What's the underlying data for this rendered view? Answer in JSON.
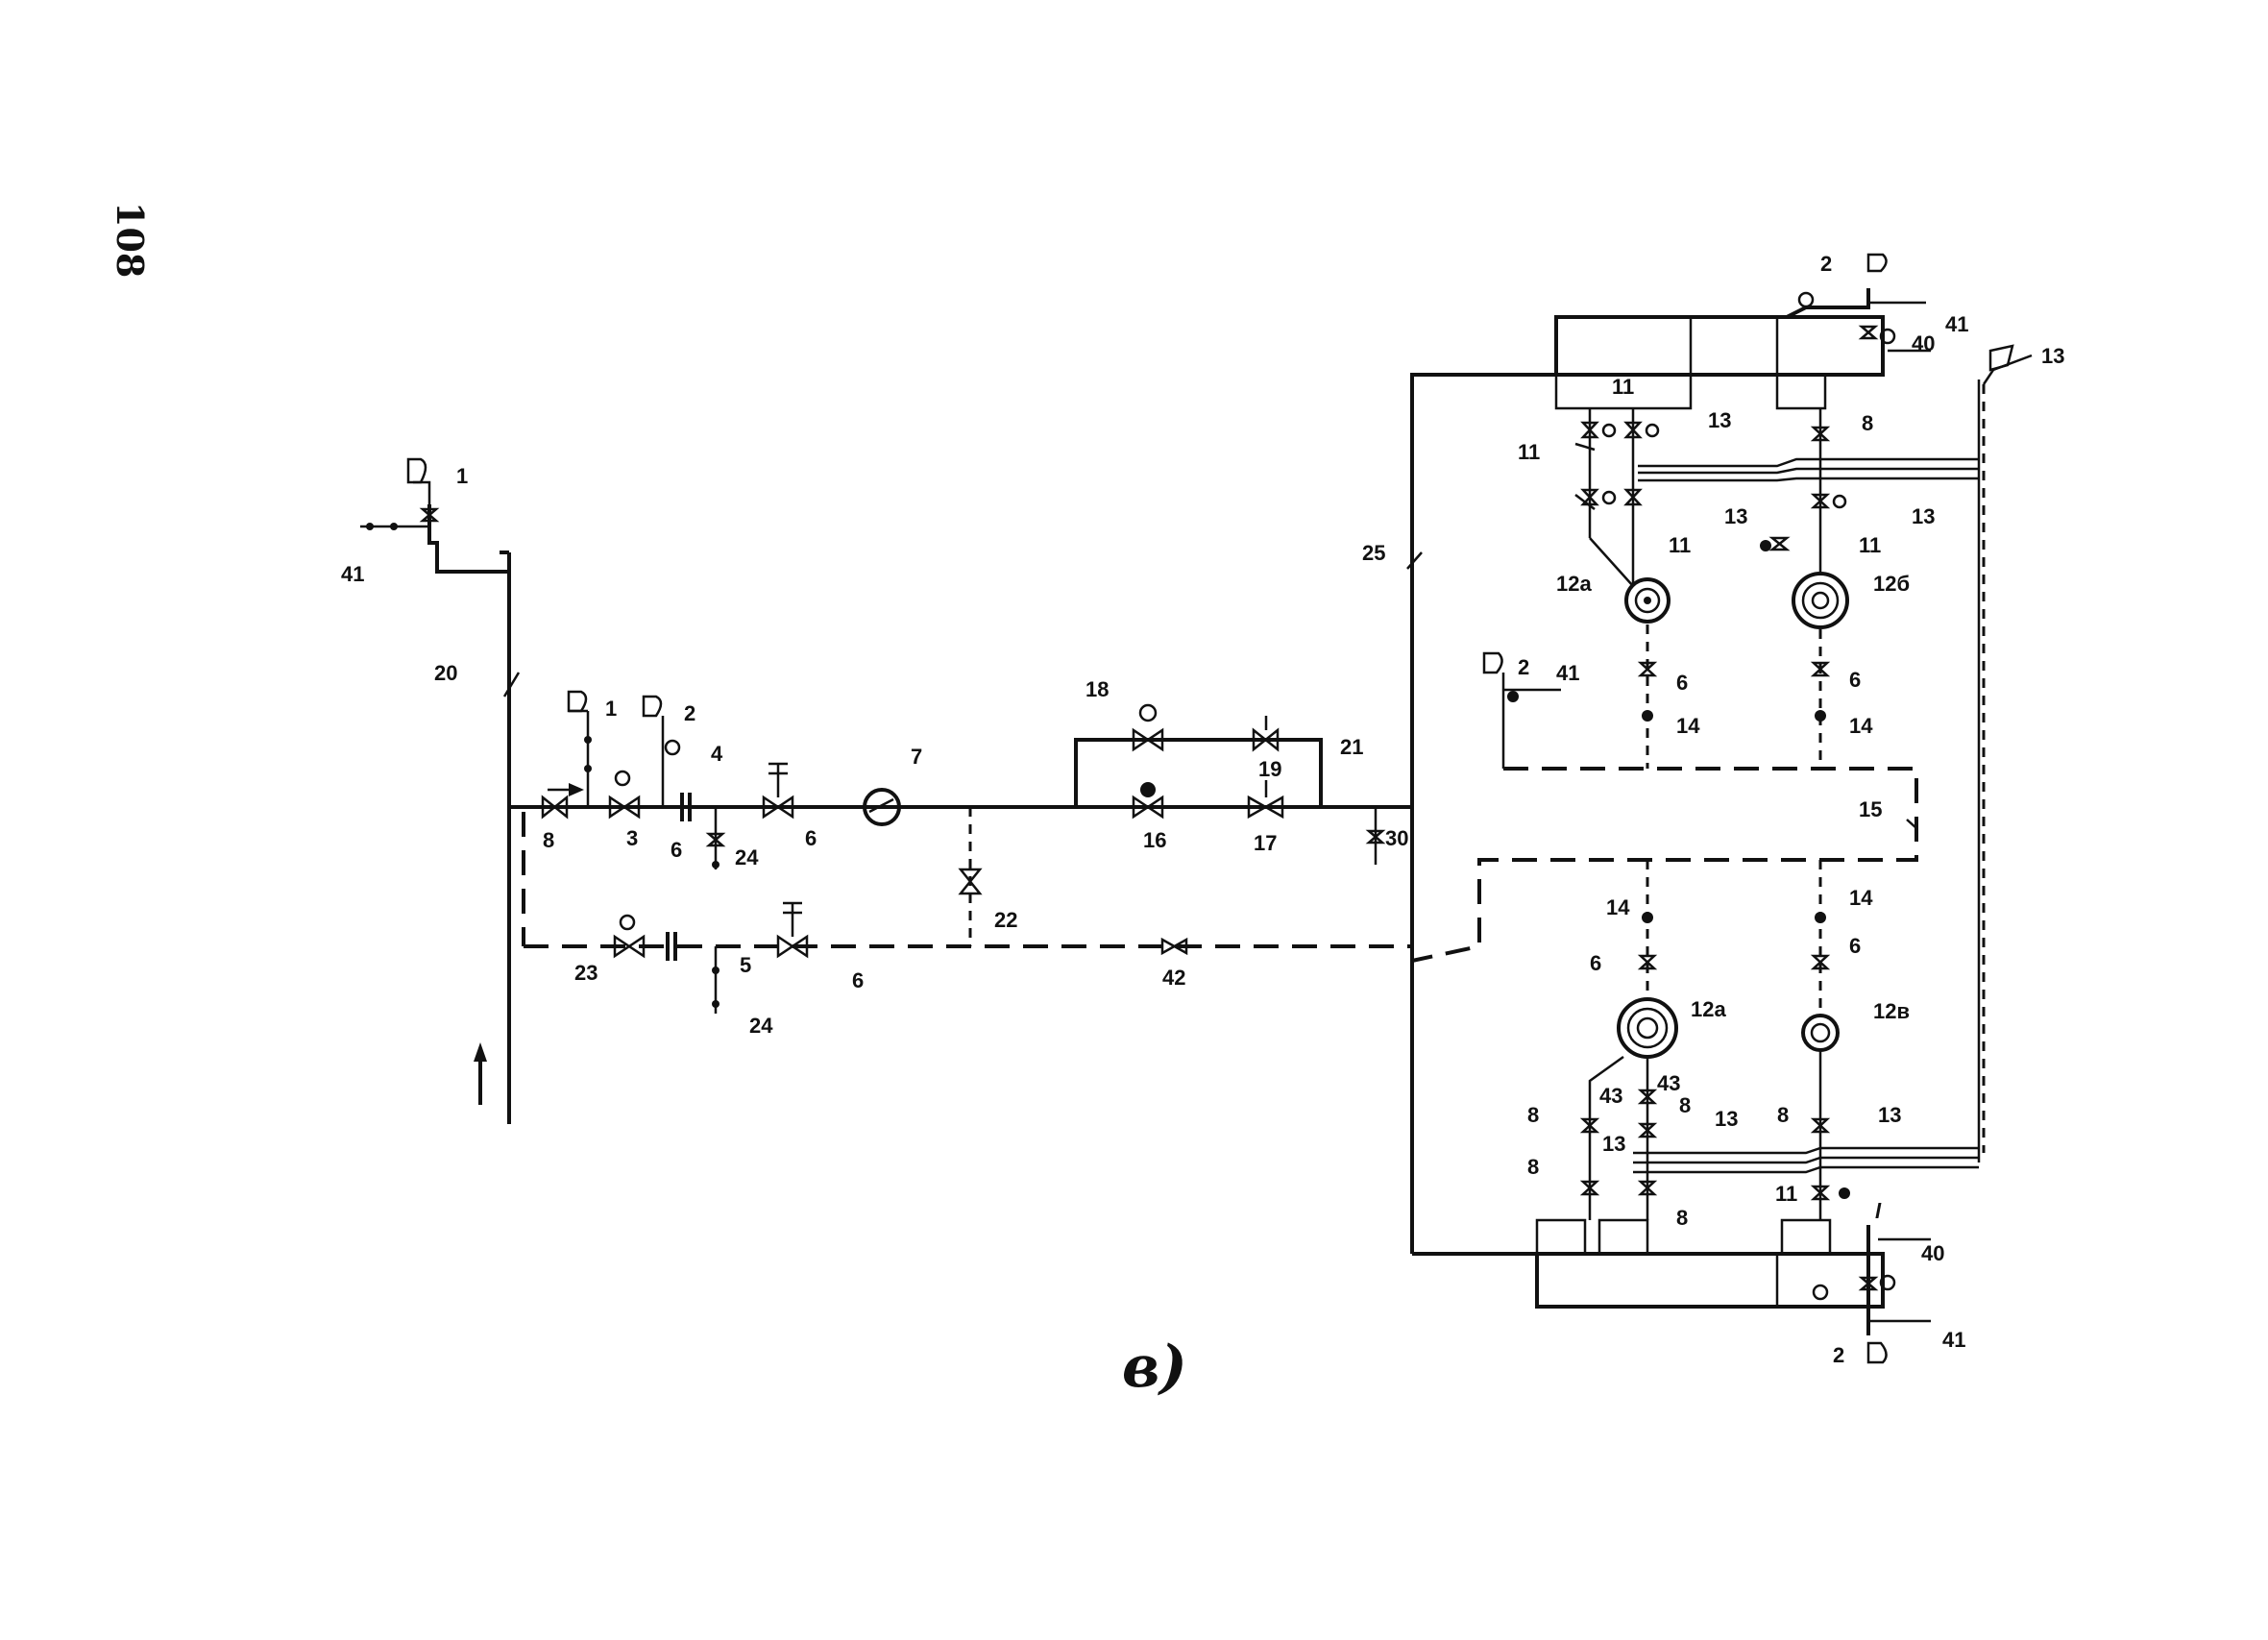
{
  "page": {
    "page_number": "108",
    "figure_label": "в)"
  },
  "labels": [
    {
      "id": "1",
      "text": "1"
    },
    {
      "id": "41",
      "text": "41"
    },
    {
      "id": "20",
      "text": "20"
    },
    {
      "id": "1",
      "text": "1"
    },
    {
      "id": "2",
      "text": "2"
    },
    {
      "id": "4",
      "text": "4"
    },
    {
      "id": "8",
      "text": "8"
    },
    {
      "id": "3",
      "text": "3"
    },
    {
      "id": "6",
      "text": "6"
    },
    {
      "id": "24",
      "text": "24"
    },
    {
      "id": "6",
      "text": "6"
    },
    {
      "id": "7",
      "text": "7"
    },
    {
      "id": "22",
      "text": "22"
    },
    {
      "id": "23",
      "text": "23"
    },
    {
      "id": "5",
      "text": "5"
    },
    {
      "id": "6",
      "text": "6"
    },
    {
      "id": "24",
      "text": "24"
    },
    {
      "id": "42",
      "text": "42"
    },
    {
      "id": "18",
      "text": "18"
    },
    {
      "id": "19",
      "text": "19"
    },
    {
      "id": "21",
      "text": "21"
    },
    {
      "id": "16",
      "text": "16"
    },
    {
      "id": "17",
      "text": "17"
    },
    {
      "id": "30",
      "text": "30"
    },
    {
      "id": "25",
      "text": "25"
    },
    {
      "id": "2",
      "text": "2"
    },
    {
      "id": "41",
      "text": "41"
    },
    {
      "id": "40",
      "text": "40"
    },
    {
      "id": "13",
      "text": "13"
    },
    {
      "id": "11",
      "text": "11"
    },
    {
      "id": "11",
      "text": "11"
    },
    {
      "id": "13",
      "text": "13"
    },
    {
      "id": "8",
      "text": "8"
    },
    {
      "id": "13",
      "text": "13"
    },
    {
      "id": "13",
      "text": "13"
    },
    {
      "id": "11",
      "text": "11"
    },
    {
      "id": "11",
      "text": "11"
    },
    {
      "id": "12a",
      "text": "12а"
    },
    {
      "id": "12b",
      "text": "12б"
    },
    {
      "id": "2",
      "text": "2"
    },
    {
      "id": "41",
      "text": "41"
    },
    {
      "id": "6",
      "text": "6"
    },
    {
      "id": "14",
      "text": "14"
    },
    {
      "id": "6",
      "text": "6"
    },
    {
      "id": "14",
      "text": "14"
    },
    {
      "id": "15",
      "text": "15"
    },
    {
      "id": "14",
      "text": "14"
    },
    {
      "id": "14",
      "text": "14"
    },
    {
      "id": "6",
      "text": "6"
    },
    {
      "id": "6",
      "text": "6"
    },
    {
      "id": "12a",
      "text": "12а"
    },
    {
      "id": "12v",
      "text": "12в"
    },
    {
      "id": "43",
      "text": "43"
    },
    {
      "id": "43",
      "text": "43"
    },
    {
      "id": "8",
      "text": "8"
    },
    {
      "id": "8",
      "text": "8"
    },
    {
      "id": "13",
      "text": "13"
    },
    {
      "id": "13",
      "text": "13"
    },
    {
      "id": "8",
      "text": "8"
    },
    {
      "id": "13",
      "text": "13"
    },
    {
      "id": "8",
      "text": "8"
    },
    {
      "id": "8",
      "text": "8"
    },
    {
      "id": "11",
      "text": "11"
    },
    {
      "id": "l",
      "text": "l"
    },
    {
      "id": "40",
      "text": "40"
    },
    {
      "id": "2",
      "text": "2"
    },
    {
      "id": "41",
      "text": "41"
    }
  ]
}
